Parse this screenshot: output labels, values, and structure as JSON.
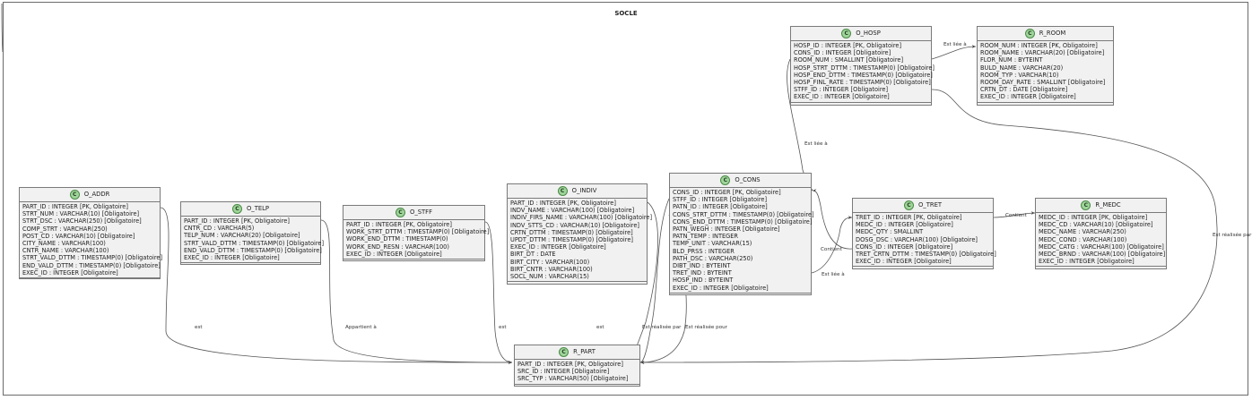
{
  "package": {
    "title": "SOCLE"
  },
  "entities": {
    "o_addr": {
      "name": "O_ADDR",
      "stereotype": "C",
      "attributes": [
        "PART_ID : INTEGER [PK, Obligatoire]",
        "STRT_NUM : VARCHAR(10) [Obligatoire]",
        "STRT_DSC : VARCHAR(250) [Obligatoire]",
        "COMP_STRT : VARCHAR(250)",
        "POST_CD : VARCHAR(10) [Obligatoire]",
        "CITY_NAME : VARCHAR(100)",
        "CNTR_NAME : VARCHAR(100)",
        "STRT_VALD_DTTM : TIMESTAMP(0) [Obligatoire]",
        "END_VALD_DTTM : TIMESTAMP(0) [Obligatoire]",
        "EXEC_ID : INTEGER [Obligatoire]"
      ]
    },
    "o_telp": {
      "name": "O_TELP",
      "stereotype": "C",
      "attributes": [
        "PART_ID : INTEGER [PK, Obligatoire]",
        "CNTR_CD : VARCHAR(5)",
        "TELP_NUM : VARCHAR(20) [Obligatoire]",
        "STRT_VALD_DTTM : TIMESTAMP(0) [Obligatoire]",
        "END_VALD_DTTM : TIMESTAMP(0) [Obligatoire]",
        "EXEC_ID : INTEGER [Obligatoire]"
      ]
    },
    "o_stff": {
      "name": "O_STFF",
      "stereotype": "C",
      "attributes": [
        "PART_ID : INTEGER [PK, Obligatoire]",
        "WORK_STRT_DTTM : TIMESTAMP(0) [Obligatoire]",
        "WORK_END_DTTM : TIMESTAMP(0)",
        "WORK_END_RESN : VARCHAR(100)",
        "EXEC_ID : INTEGER [Obligatoire]"
      ]
    },
    "o_indiv": {
      "name": "O_INDIV",
      "stereotype": "C",
      "attributes": [
        "PART_ID : INTEGER [PK, Obligatoire]",
        "INDV_NAME : VARCHAR(100) [Obligatoire]",
        "INDIV_FIRS_NAME : VARCHAR(100) [Obligatoire]",
        "INDV_STTS_CD : VARCHAR(10) [Obligatoire]",
        "CRTN_DTTM : TIMESTAMP(0) [Obligatoire]",
        "UPDT_DTTM : TIMESTAMP(0) [Obligatoire]",
        "EXEC_ID : INTEGER [Obligatoire]",
        "BIRT_DT : DATE",
        "BIRT_CITY : VARCHAR(100)",
        "BIRT_CNTR : VARCHAR(100)",
        "SOCL_NUM : VARCHAR(15)"
      ]
    },
    "o_cons": {
      "name": "O_CONS",
      "stereotype": "C",
      "attributes": [
        "CONS_ID : INTEGER [PK, Obligatoire]",
        "STFF_ID : INTEGER [Obligatoire]",
        "PATN_ID : INTEGER [Obligatoire]",
        "CONS_STRT_DTTM : TIMESTAMP(0) [Obligatoire]",
        "CONS_END_DTTM : TIMESTAMP(0) [Obligatoire]",
        "PATN_WEGH : INTEGER [Obligatoire]",
        "PATN_TEMP : INTEGER",
        "TEMP_UNIT : VARCHAR(15)",
        "BLD_PRSS : INTEGER",
        "PATH_DSC : VARCHAR(250)",
        "DIBT_IND : BYTEINT",
        "TRET_IND : BYTEINT",
        "HOSP_IND : BYTEINT",
        "EXEC_ID : INTEGER [Obligatoire]"
      ]
    },
    "o_hosp": {
      "name": "O_HOSP",
      "stereotype": "C",
      "attributes": [
        "HOSP_ID : INTEGER [PK, Obligatoire]",
        "CONS_ID : INTEGER [Obligatoire]",
        "ROOM_NUM : SMALLINT [Obligatoire]",
        "HOSP_STRT_DTTM : TIMESTAMP(0) [Obligatoire]",
        "HOSP_END_DTTM : TIMESTAMP(0) [Obligatoire]",
        "HOSP_FINL_RATE : TIMESTAMP(0) [Obligatoire]",
        "STFF_ID : INTEGER [Obligatoire]",
        "EXEC_ID : INTEGER [Obligatoire]"
      ]
    },
    "r_room": {
      "name": "R_ROOM",
      "stereotype": "C",
      "attributes": [
        "ROOM_NUM : INTEGER [PK, Obligatoire]",
        "ROOM_NAME : VARCHAR(20) [Obligatoire]",
        "FLOR_NUM : BYTEINT",
        "BULD_NAME : VARCHAR(20)",
        "ROOM_TYP : VARCHAR(10)",
        "ROOM_DAY_RATE : SMALLINT [Obligatoire]",
        "CRTN_DT : DATE [Obligatoire]",
        "EXEC_ID : INTEGER [Obligatoire]"
      ]
    },
    "o_tret": {
      "name": "O_TRET",
      "stereotype": "C",
      "attributes": [
        "TRET_ID : INTEGER [PK, Obligatoire]",
        "MEDC_ID : INTEGER [Obligatoire]",
        "MEDC_QTY : SMALLINT",
        "DOSG_DSC : VARCHAR(100) [Obligatoire]",
        "CONS_ID : INTEGER [Obligatoire]",
        "TRET_CRTN_DTTM : TIMESTAMP(0) [Obligatoire]",
        "EXEC_ID : INTEGER [Obligatoire]"
      ]
    },
    "r_medc": {
      "name": "R_MEDC",
      "stereotype": "C",
      "attributes": [
        "MEDC_ID : INTEGER [PK, Obligatoire]",
        "MEDC_CD : VARCHAR(10) [Obligatoire]",
        "MEDC_NAME : VARCHAR(250)",
        "MEDC_COND : VARCHAR(100)",
        "MEDC_CATG : VARCHAR(100) [Obligatoire]",
        "MEDC_BRND : VARCHAR(100) [Obligatoire]",
        "EXEC_ID : INTEGER [Obligatoire]"
      ]
    },
    "r_part": {
      "name": "R_PART",
      "stereotype": "C",
      "attributes": [
        "PART_ID : INTEGER [PK, Obligatoire]",
        "SRC_ID : INTEGER [Obligatoire]",
        "SRC_TYP : VARCHAR(50) [Obligatoire]"
      ]
    }
  },
  "relations": {
    "addr_part": "est",
    "telp_part": "Appartient à",
    "stff_part": "est",
    "indiv_part": "est",
    "cons_part_1": "Est réalisée par",
    "cons_part_2": "Est réalisée pour",
    "hosp_room": "Est liée à",
    "hosp_cons": "Est liée à",
    "cons_tret": "Contient",
    "tret_cons": "Est liée à",
    "tret_medc": "Contient",
    "hosp_part": "Est réalisée par"
  }
}
